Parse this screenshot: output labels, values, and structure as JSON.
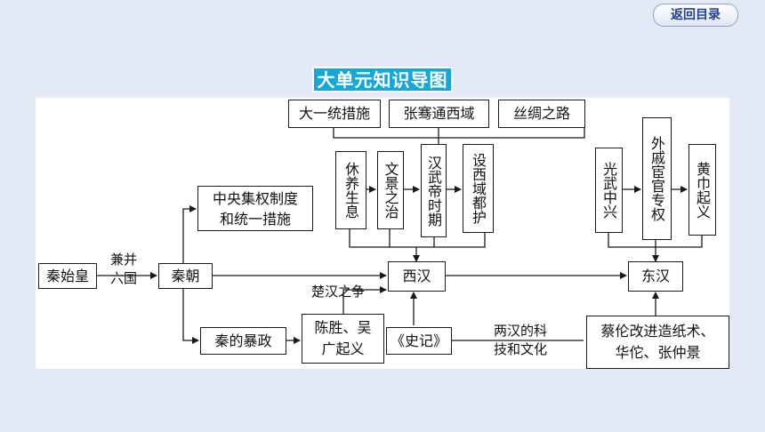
{
  "nav": {
    "back_label": "返回目录"
  },
  "title": "大单元知识导图",
  "nodes": {
    "qinshihuang": "秦始皇",
    "qinchao": "秦朝",
    "central": "中央集权制度\n和统一措施",
    "tyranny": "秦的暴政",
    "chensheng": "陈胜、吴\n广起义",
    "xihan": "西汉",
    "donghan": "东汉",
    "shiji": "《史记》",
    "cailun": "蔡伦改进造纸术、\n华佗、张仲景",
    "unify": "大一统措施",
    "zhangqian": "张骞通西域",
    "silkroad": "丝绸之路",
    "xiuyang": "休养生息",
    "wenjing": "文景之治",
    "hanwudi": "汉武帝时期",
    "xiyu": "设西域都护",
    "guangwu": "光武中兴",
    "waiqi": "外戚宦官专权",
    "huangjin": "黄巾起义"
  },
  "labels": {
    "jianbing": "兼并\n六国",
    "chuhan": "楚汉之争",
    "keji": "两汉的科\n技和文化"
  },
  "colors": {
    "background": "#e4e9f6",
    "title_bg": "#17a6d8",
    "line": "#1a1a1a"
  }
}
